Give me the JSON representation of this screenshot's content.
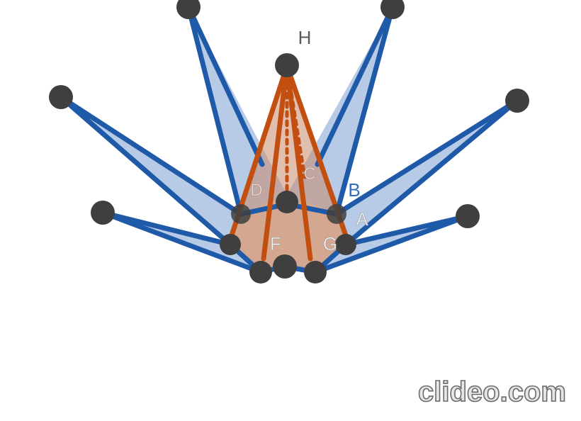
{
  "diagram": {
    "vertex_labels": {
      "H": "H",
      "B": "B",
      "A": "A",
      "G": "G",
      "F": "F",
      "D": "D",
      "C": "C"
    },
    "colors": {
      "outer_edge": "#1f5aa8",
      "outer_face": "#9fb8dd",
      "inner_edge": "#c24e0f",
      "inner_face": "#c98a6b",
      "vertex": "#3f3f3f",
      "label_dark": "#5a5a5a",
      "label_blue": "#2c6fc2",
      "label_white": "#f2f2f2"
    }
  },
  "watermark": {
    "text": "clideo.com",
    "fill": "#e6e6e6",
    "stroke": "#6a6a6a"
  }
}
